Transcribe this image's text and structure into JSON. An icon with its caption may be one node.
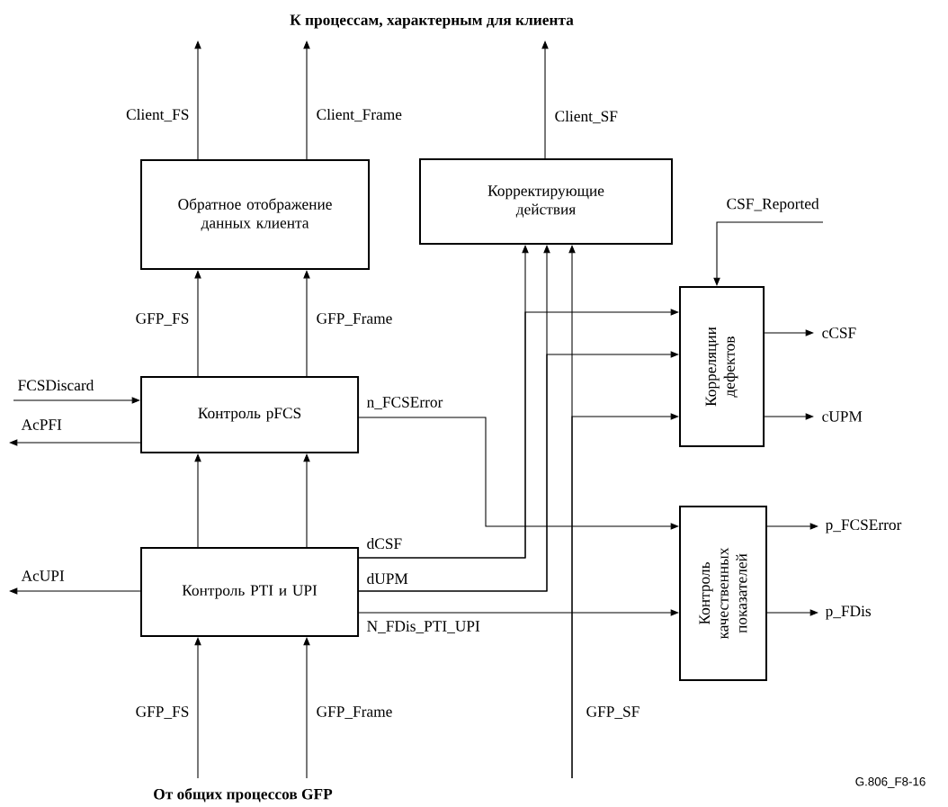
{
  "diagram": {
    "title": "К процессам, характерным для клиента",
    "nodes": [
      {
        "text": [
          "Обратное отображение данных клиента"
        ]
      },
      {
        "text": [
          "Корректирующие действия"
        ]
      },
      {
        "text": [
          "Корреляции дефектов"
        ]
      },
      {
        "text": [
          "Контроль pFCS"
        ]
      },
      {
        "text": [
          "Контроль PTI и UPI"
        ]
      },
      {
        "text": [
          "Контроль качественных показателей"
        ]
      }
    ],
    "edges": [
      {
        "from": 0,
        "to": null,
        "arrow": "to",
        "label": "Client_FS"
      },
      {
        "from": 0,
        "to": null,
        "arrow": "to",
        "label": "Client_Frame"
      },
      {
        "from": 1,
        "to": null,
        "arrow": "to",
        "label": "Client_SF"
      },
      {
        "from": 3,
        "to": 0,
        "arrow": "to",
        "label": "GFP_FS"
      },
      {
        "from": 3,
        "to": 0,
        "arrow": "to",
        "label": "GFP_Frame"
      },
      {
        "from": null,
        "to": 3,
        "arrow": "to",
        "label": "FCSDiscard"
      },
      {
        "from": 3,
        "to": null,
        "arrow": "to",
        "label": "AcPFI"
      },
      {
        "from": 3,
        "to": 5,
        "arrow": "to",
        "label": "n_FCSError"
      },
      {
        "from": 4,
        "to": 3,
        "arrow": "to"
      },
      {
        "from": 4,
        "to": 3,
        "arrow": "to"
      },
      {
        "from": 4,
        "to": null,
        "arrow": "to",
        "label": "AcUPI"
      },
      {
        "from": 4,
        "to": 1,
        "arrow": "to",
        "label": "dCSF"
      },
      {
        "from": 4,
        "to": 2,
        "arrow": "to"
      },
      {
        "from": 4,
        "to": 1,
        "arrow": "to",
        "label": "dUPM"
      },
      {
        "from": 4,
        "to": 2,
        "arrow": "to"
      },
      {
        "from": 4,
        "to": 5,
        "arrow": "to",
        "label": "N_FDis_PTI_UPI"
      },
      {
        "from": null,
        "to": 1,
        "arrow": "to",
        "label": "GFP_SF"
      },
      {
        "from": null,
        "to": 2,
        "arrow": "to"
      },
      {
        "from": null,
        "to": 2,
        "arrow": "to",
        "label": "CSF_Reported"
      },
      {
        "from": 2,
        "to": null,
        "arrow": "to",
        "label": "cCSF"
      },
      {
        "from": 2,
        "to": null,
        "arrow": "to",
        "label": "cUPM"
      },
      {
        "from": 5,
        "to": null,
        "arrow": "to",
        "label": "p_FCSError"
      },
      {
        "from": 5,
        "to": null,
        "arrow": "to",
        "label": "p_FDis"
      },
      {
        "from": null,
        "to": 4,
        "arrow": "to",
        "label": "GFP_FS"
      },
      {
        "from": null,
        "to": 4,
        "arrow": "to",
        "label": "GFP_Frame"
      }
    ],
    "labels": [
      "От общих процессов GFP",
      "G.806_F8-16"
    ]
  }
}
